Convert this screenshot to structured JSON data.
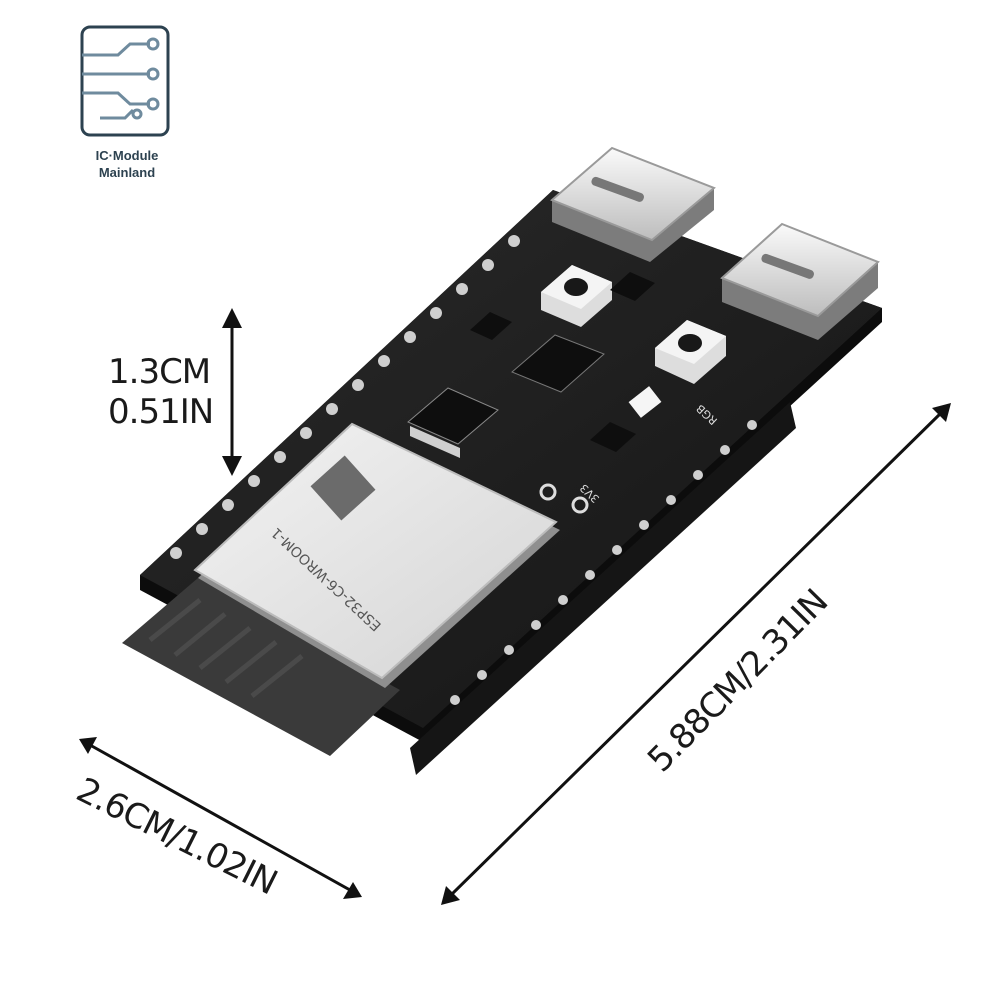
{
  "logo": {
    "line1": "IC·Module",
    "line2": "Mainland",
    "color": "#2d4250",
    "accent": "#6f8b9e"
  },
  "dimensions": {
    "height_cm": "1.3CM",
    "height_in": "0.51IN",
    "width": "2.6CM/1.02IN",
    "length": "5.88CM/2.31IN"
  },
  "board": {
    "module_label": "ESP32-C6-WROOM-1",
    "pin_label_1": "3V3",
    "pin_label_2": "RGB",
    "usb_ports": 2,
    "colors": {
      "pcb": "#1c1c1c",
      "shield": "#e6e6e6",
      "pins": "#cfcfcf",
      "header_plastic": "#151515"
    }
  }
}
